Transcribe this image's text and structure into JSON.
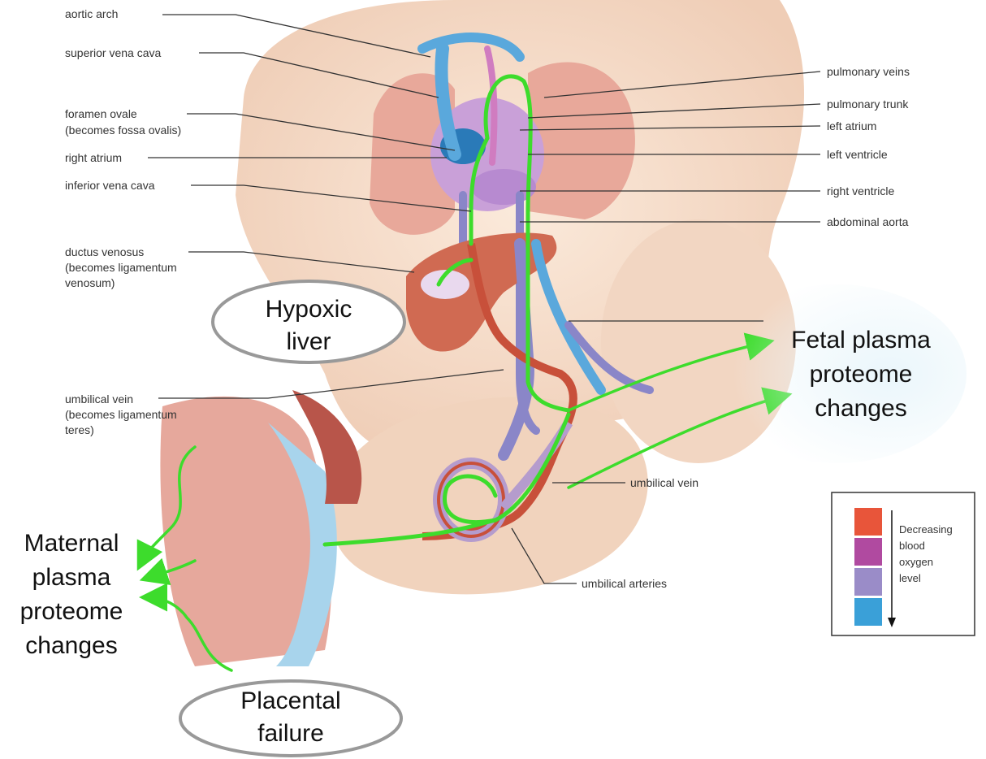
{
  "labels": {
    "aortic_arch": "aortic arch",
    "superior_vena_cava": "superior vena cava",
    "foramen_ovale_1": "foramen ovale",
    "foramen_ovale_2": "(becomes fossa ovalis)",
    "right_atrium": "right atrium",
    "inferior_vena_cava": "inferior vena cava",
    "ductus_venosus_1": "ductus venosus",
    "ductus_venosus_2": "(becomes ligamentum",
    "ductus_venosus_3": "venosum)",
    "umbilical_vein_left_1": "umbilical vein",
    "umbilical_vein_left_2": "(becomes ligamentum",
    "umbilical_vein_left_3": "teres)",
    "pulmonary_veins": "pulmonary veins",
    "pulmonary_trunk": "pulmonary trunk",
    "left_atrium": "left atrium",
    "left_ventricle": "left ventricle",
    "right_ventricle": "right ventricle",
    "abdominal_aorta": "abdominal aorta",
    "umbilical_vein_right": "umbilical vein",
    "umbilical_arteries": "umbilical arteries"
  },
  "callouts": {
    "hypoxic_liver_1": "Hypoxic",
    "hypoxic_liver_2": "liver",
    "placental_failure_1": "Placental",
    "placental_failure_2": "failure",
    "fetal_1": "Fetal plasma",
    "fetal_2": "proteome",
    "fetal_3": "changes",
    "maternal_1": "Maternal",
    "maternal_2": "plasma",
    "maternal_3": "proteome",
    "maternal_4": "changes"
  },
  "legend": {
    "line1": "Decreasing",
    "line2": "blood",
    "line3": "oxygen",
    "line4": "level",
    "swatches": [
      "#e8553a",
      "#b04aa0",
      "#9a8cc8",
      "#3aa0d8"
    ]
  },
  "colors": {
    "skin": "#f6dcc8",
    "lung": "#e8a89a",
    "vein_blue": "#5aa8dc",
    "artery_red": "#c8503a",
    "pathway_green": "#3ddc2c",
    "placenta_blue": "#a8d4ec"
  }
}
